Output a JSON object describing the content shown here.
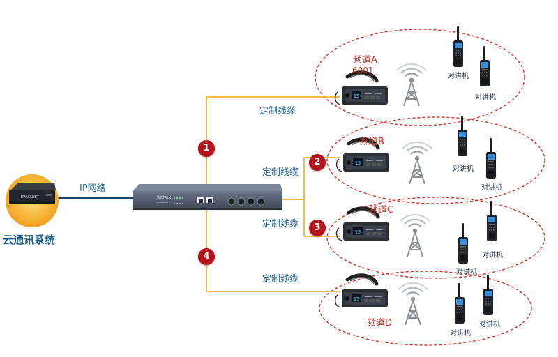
{
  "cloud_system": {
    "label": "云通讯系统",
    "device_brand": "EWICLNET"
  },
  "link": {
    "label": "IP网络"
  },
  "gateway": {
    "brand": "WETALK"
  },
  "cable_label": "定制线缆",
  "badges": [
    "1",
    "2",
    "3",
    "4"
  ],
  "channels": [
    {
      "name": "频道A",
      "number": "6001",
      "radios": [
        "对讲机",
        "对讲机"
      ]
    },
    {
      "name": "频道B",
      "radios": [
        "对讲机",
        "对讲机"
      ]
    },
    {
      "name": "频道C",
      "radios": [
        "对讲机",
        "对讲机"
      ]
    },
    {
      "name": "频道D",
      "radios": [
        "对讲机",
        "对讲机"
      ]
    }
  ],
  "colors": {
    "cable": "#f2b233",
    "badge": "#b5121b",
    "ellipse": "#d9302c",
    "link": "#1f3f6b",
    "device": "#4a5566"
  },
  "icons": [
    "cloud-device-icon",
    "gateway-icon",
    "mobile-radio-icon",
    "tower-icon",
    "walkie-talkie-icon"
  ]
}
